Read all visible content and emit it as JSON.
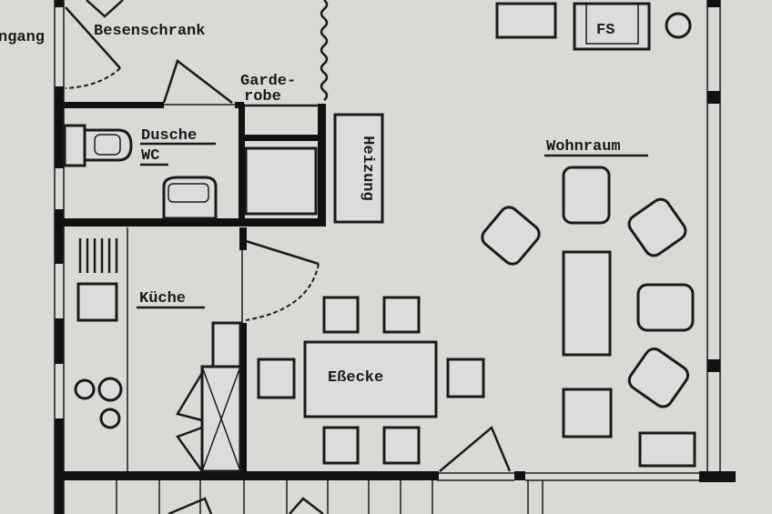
{
  "rooms": {
    "eingang": "ngang",
    "besenschrank": "Besenschrank",
    "garderobe_line1": "Garde-",
    "garderobe_line2": "robe",
    "dusche": "Dusche",
    "wc": "WC",
    "heizung": "Heizung",
    "fs": "FS",
    "wohnraum": "Wohnraum",
    "kueche": "Küche",
    "essecke": "Eßecke"
  },
  "colors": {
    "paper": "#d9d9d6",
    "ink": "#1a1a1a"
  }
}
